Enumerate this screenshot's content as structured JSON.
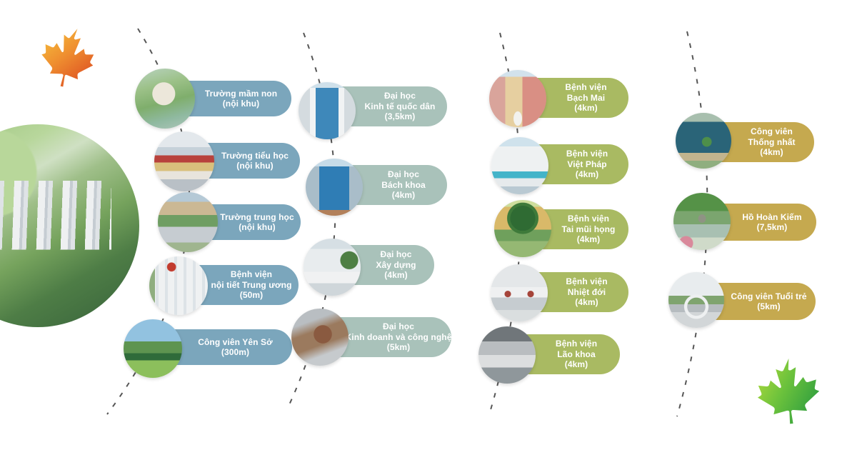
{
  "page": {
    "background": "#ffffff"
  },
  "hero": {
    "photo_alt": "Aerial 3D render of the residential masterplan with high-rise towers and green park areas"
  },
  "decor": {
    "top_left_leaf": "autumn-maple-leaf",
    "bottom_right_leaf": "green-maple-leaf",
    "leaf_orange_colors": [
      "#f3c33d",
      "#dd4a22"
    ],
    "leaf_green_colors": [
      "#a8d93e",
      "#2f9e3f"
    ],
    "connector_color": "#3f3f3f"
  },
  "colors": {
    "internal_schools_pill": "#7ba6bc",
    "universities_pill": "#a9c2ba",
    "hospitals_pill": "#a9ba62",
    "parks_lakes_pill": "#c5a94f",
    "pill_text": "#ffffff"
  },
  "columns": [
    {
      "id": "internal-amenities",
      "pill_color": "#7ba6bc",
      "items": [
        {
          "label": "Trường mầm non\n(nội khu)",
          "photo_alt": "preschool campus aerial"
        },
        {
          "label": "Trường tiểu học\n(nội khu)",
          "photo_alt": "primary school ceremony with red banner"
        },
        {
          "label": "Trường trung học\n(nội khu)",
          "photo_alt": "secondary school campus with plaza"
        },
        {
          "label": "Bệnh viện\nnội tiết Trung ương\n(50m)",
          "photo_alt": "National Endocrinology Hospital white building"
        },
        {
          "label": "Công viên Yên Sở\n(300m)",
          "photo_alt": "Yen So park lawn and entrance sign"
        }
      ]
    },
    {
      "id": "universities",
      "pill_color": "#a9c2ba",
      "items": [
        {
          "label": "Đại học\nKinh tế quốc dân\n(3,5km)",
          "photo_alt": "National Economics University glass tower"
        },
        {
          "label": "Đại học\nBách khoa\n(4km)",
          "photo_alt": "Hanoi University of Science and Technology blue tower"
        },
        {
          "label": "Đại học\nXây dựng\n(4km)",
          "photo_alt": "National University of Civil Engineering building with students"
        },
        {
          "label": "Đại học\nKinh doanh và công nghệ\n(5km)",
          "photo_alt": "University of Business and Technology aerial"
        }
      ]
    },
    {
      "id": "hospitals",
      "pill_color": "#a9ba62",
      "items": [
        {
          "label": "Bệnh viện\nBạch Mai\n(4km)",
          "photo_alt": "Bach Mai hospital buildings with statue"
        },
        {
          "label": "Bệnh viện\nViệt Pháp\n(4km)",
          "photo_alt": "Viet Phap (FV) hospital white building"
        },
        {
          "label": "Bệnh viện\nTai mũi họng\n(4km)",
          "photo_alt": "ENT hospital courtyard with large tree"
        },
        {
          "label": "Bệnh viện\nNhiệt đới\n(4km)",
          "photo_alt": "Tropical diseases hospital with red gate"
        },
        {
          "label": "Bệnh viện\nLão khoa\n(4km)",
          "photo_alt": "Geriatric hospital interior hall"
        }
      ]
    },
    {
      "id": "parks-lakes",
      "pill_color": "#c5a94f",
      "items": [
        {
          "label": "Công viên\nThống nhất\n(4km)",
          "photo_alt": "Thong Nhat park lake aerial"
        },
        {
          "label": "Hồ Hoàn Kiếm\n(7,5km)",
          "photo_alt": "Hoan Kiem lake turtle tower"
        },
        {
          "label": "Công viên Tuổi trẻ\n(5km)",
          "photo_alt": "Tuoi Tre park white arch bridge"
        }
      ]
    }
  ]
}
